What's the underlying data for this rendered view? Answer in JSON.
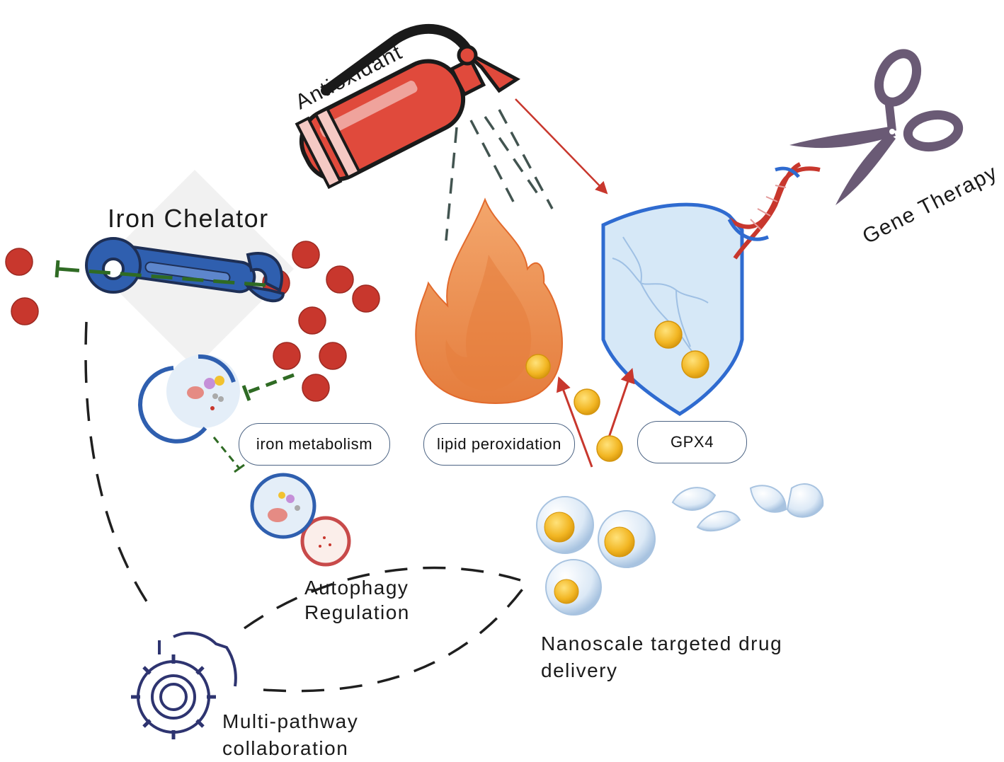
{
  "labels": {
    "antioxidant": "Antioxidant",
    "gene_therapy": "Gene Therapy",
    "iron_chelator": "Iron Chelator",
    "autophagy_line1": "Autophagy",
    "autophagy_line2": "Regulation",
    "nanoscale_line1": "Nanoscale targeted drug",
    "nanoscale_line2": "delivery",
    "multipathway_line1": "Multi-pathway",
    "multipathway_line2": "collaboration"
  },
  "pills": {
    "iron_metabolism": "iron metabolism",
    "lipid_peroxidation": "lipid peroxidation",
    "gpx4": "GPX4"
  },
  "icons": [
    "fire-extinguisher-icon",
    "scissors-icon",
    "dna-helix-icon",
    "wrench-icon",
    "flame-icon",
    "shield-icon",
    "cell-icon",
    "autophagosome-icon",
    "nanoparticle-icon",
    "gear-icon",
    "iron-ion-icon"
  ],
  "colors": {
    "iron": "#c8372d",
    "flame": "#e88a4c",
    "shield_border": "#2f6bd0",
    "shield_fill": "#d6e8f7",
    "nanoparticle": "#f2b623",
    "activation_arrow": "#c8372d",
    "inhibition_line": "#2f6b24",
    "scissors": "#6a5a75",
    "wrench": "#2f5faf",
    "extinguisher": "#e04a3c",
    "gear": "#2e3470"
  }
}
